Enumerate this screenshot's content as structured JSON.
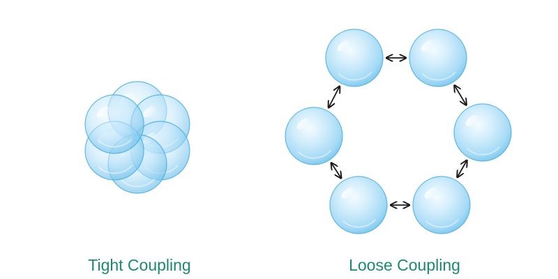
{
  "captions": {
    "tight": "Tight Coupling",
    "loose": "Loose Coupling"
  },
  "colors": {
    "caption": "#1a8a72",
    "bubble_light": "#e6f5fe",
    "bubble_mid": "#a6daf6",
    "bubble_dark": "#63bbe8",
    "bubble_edge": "#4aaedf",
    "arrow": "#1a1a1a",
    "background": "#ffffff"
  },
  "icons": {
    "node": "bubble-icon",
    "connector": "double-arrow-icon"
  },
  "diagram": {
    "tight_cluster": {
      "bubble_count": 6,
      "arrangement": "overlapping-rosette"
    },
    "loose_ring": {
      "bubble_count": 6,
      "arrangement": "hexagon-ring",
      "connector_count": 6,
      "connector": "bidirectional"
    }
  }
}
